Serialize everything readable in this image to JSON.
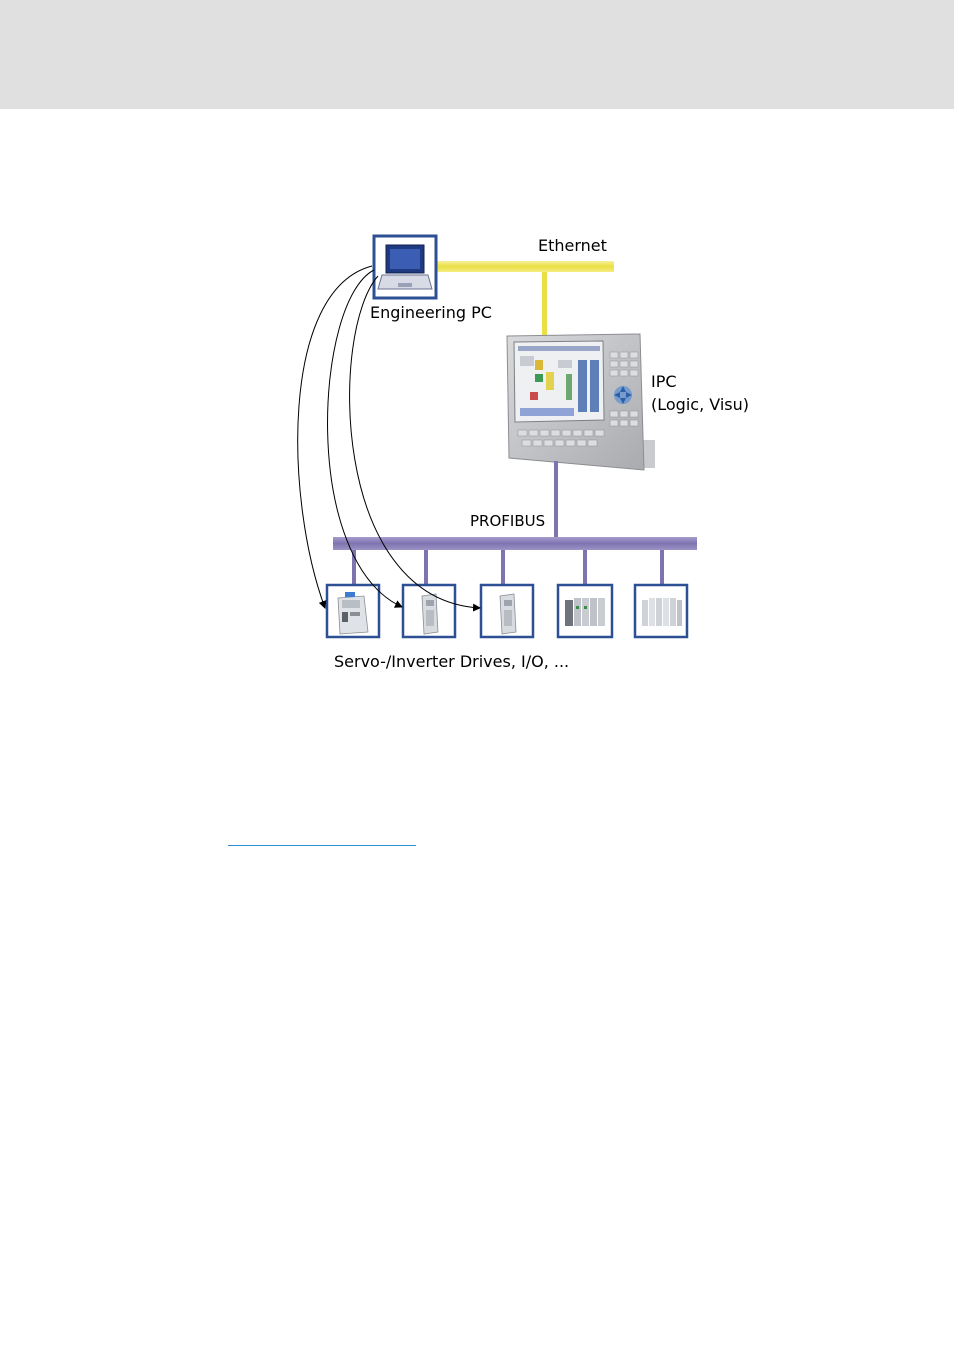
{
  "header": {
    "background": "#e0e0e0"
  },
  "diagram": {
    "ethernet_label": "Ethernet",
    "engineering_pc_label": "Engineering PC",
    "ipc_label_line1": "IPC",
    "ipc_label_line2": "(Logic, Visu)",
    "profibus_label": "PROFIBUS",
    "devices_label": "Servo-/Inverter Drives, I/O, ...",
    "colors": {
      "ethernet": "#f2e85a",
      "profibus": "#8a7fb8",
      "device_frame": "#2d4f94",
      "arrow": "#000000"
    },
    "icons": {
      "engineering_pc": "laptop-icon",
      "ipc": "industrial-panel-pc-icon",
      "devices": [
        "servo-drive-icon",
        "inverter-drive-icon",
        "inverter-drive-icon",
        "io-module-icon",
        "io-module-icon"
      ]
    }
  },
  "link": {
    "color": "#2a8fd0"
  }
}
